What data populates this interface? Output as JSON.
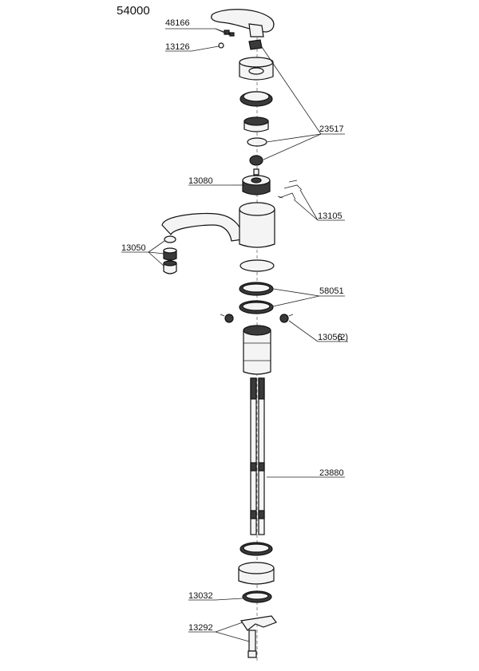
{
  "diagram": {
    "title": "54000",
    "labels": {
      "p48166": "48166",
      "p13126": "13126",
      "p23517": "23517",
      "p13080": "13080",
      "p13105": "13105",
      "p13050": "13050",
      "p58051": "58051",
      "p13056": "13056",
      "p13056_qty": "(2)",
      "p23880": "23880",
      "p13032": "13032",
      "p13292": "13292"
    }
  }
}
